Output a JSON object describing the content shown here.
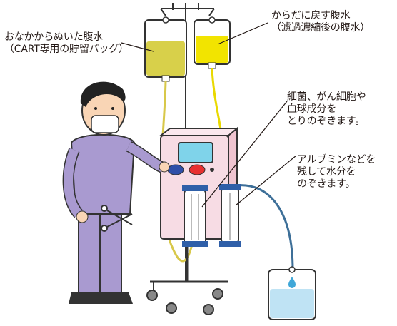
{
  "labels": {
    "drained_bag": [
      "おなかからぬいた腹水",
      "（CART専用の貯留バッグ）"
    ],
    "return_bag": [
      "からだに戻す腹水",
      "（濾過濃縮後の腹水）"
    ],
    "filter_text": [
      "細菌、がん細胞や",
      "血球成分を",
      "とりのぞきます。"
    ],
    "concentrator_text": [
      "アルブミンなどを",
      "残して水分を",
      "のぞきます。"
    ]
  },
  "colors": {
    "ascites_yellow": "#d8d04a",
    "concentrate_yellow": "#f2e400",
    "machine_pink": "#f7dce4",
    "scrub_purple": "#a99ad0",
    "water_blue": "#bfe3f4",
    "tube_blue": "#3d6f98",
    "button_blue": "#2f4fa8",
    "button_red": "#e83030",
    "screen_cyan": "#7fd3ea"
  },
  "icons": [
    "iv-pole-icon",
    "doctor-icon",
    "cart-machine-icon",
    "scissors-icon",
    "water-drop-icon"
  ]
}
